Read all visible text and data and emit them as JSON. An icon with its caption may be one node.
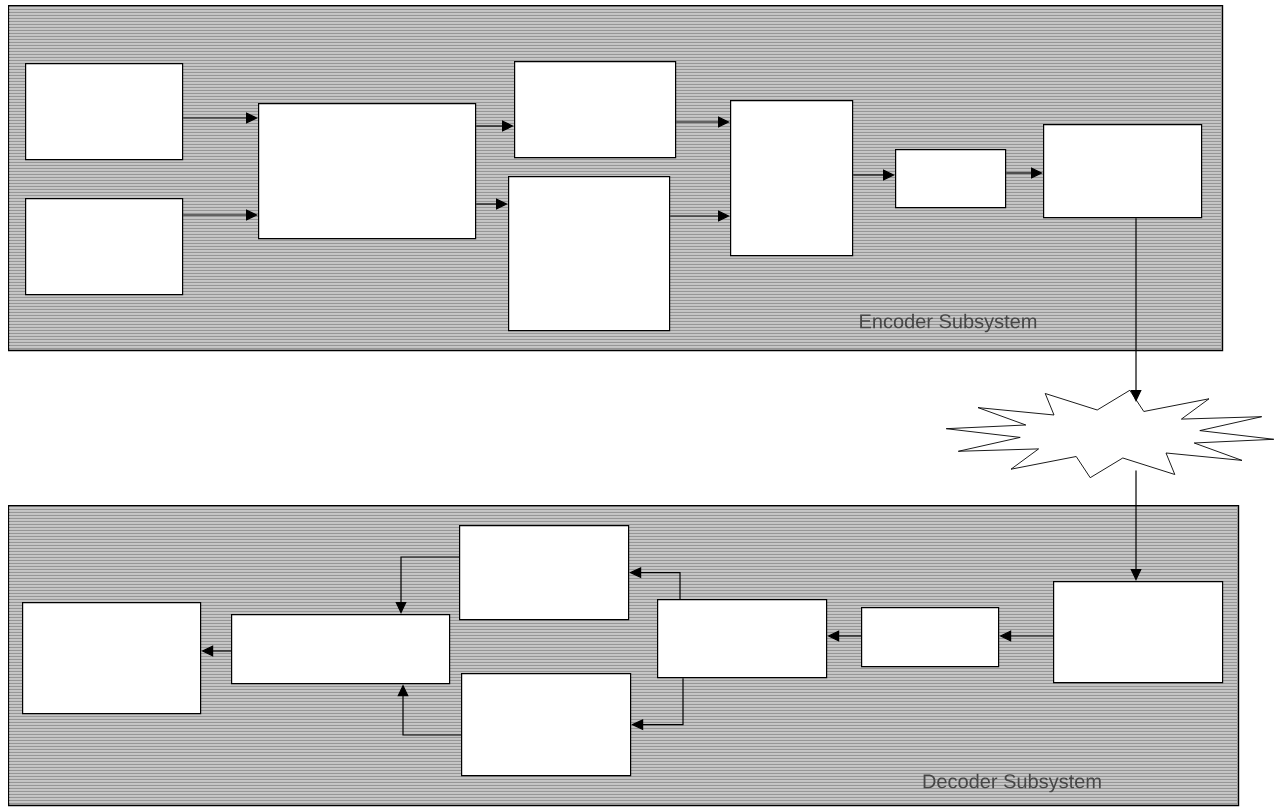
{
  "diagram": {
    "nodes": [
      {
        "text": [
          "Encoder Subsystem"
        ]
      },
      {
        "text": [],
        "shape": "box",
        "in": 0
      },
      {
        "text": [],
        "shape": "box",
        "in": 0
      },
      {
        "text": [],
        "shape": "box",
        "in": 0
      },
      {
        "text": [],
        "shape": "box",
        "in": 0
      },
      {
        "text": [],
        "shape": "box",
        "in": 0
      },
      {
        "text": [],
        "shape": "box",
        "in": 0
      },
      {
        "text": [],
        "shape": "box",
        "in": 0
      },
      {
        "text": [],
        "shape": "box",
        "in": 0
      },
      {
        "text": [
          "Decoder Subsystem"
        ]
      },
      {
        "text": [],
        "shape": "burst"
      },
      {
        "text": [],
        "shape": "box",
        "in": 9
      },
      {
        "text": [],
        "shape": "box",
        "in": 9
      },
      {
        "text": [],
        "shape": "box",
        "in": 9
      },
      {
        "text": [],
        "shape": "box",
        "in": 9
      },
      {
        "text": [],
        "shape": "box",
        "in": 9
      },
      {
        "text": [],
        "shape": "box",
        "in": 9
      },
      {
        "text": [],
        "shape": "box",
        "in": 9
      }
    ],
    "edges": [
      {
        "from": 1,
        "to": 3,
        "arrow": "to"
      },
      {
        "from": 2,
        "to": 3,
        "arrow": "to"
      },
      {
        "from": 3,
        "to": 4,
        "arrow": "to"
      },
      {
        "from": 3,
        "to": 5,
        "arrow": "to"
      },
      {
        "from": 4,
        "to": 6,
        "arrow": "to"
      },
      {
        "from": 5,
        "to": 6,
        "arrow": "to"
      },
      {
        "from": 6,
        "to": 7,
        "arrow": "to"
      },
      {
        "from": 7,
        "to": 8,
        "arrow": "to"
      },
      {
        "from": 8,
        "to": 10,
        "arrow": "to"
      },
      {
        "from": 10,
        "to": 11,
        "arrow": "to"
      },
      {
        "from": 11,
        "to": 12,
        "arrow": "to"
      },
      {
        "from": 12,
        "to": 13,
        "arrow": "to"
      },
      {
        "from": 13,
        "to": 14,
        "arrow": "to"
      },
      {
        "from": 13,
        "to": 15,
        "arrow": "to"
      },
      {
        "from": 14,
        "to": 16,
        "arrow": "to"
      },
      {
        "from": 15,
        "to": 16,
        "arrow": "to"
      },
      {
        "from": 16,
        "to": 17,
        "arrow": "to"
      }
    ]
  }
}
